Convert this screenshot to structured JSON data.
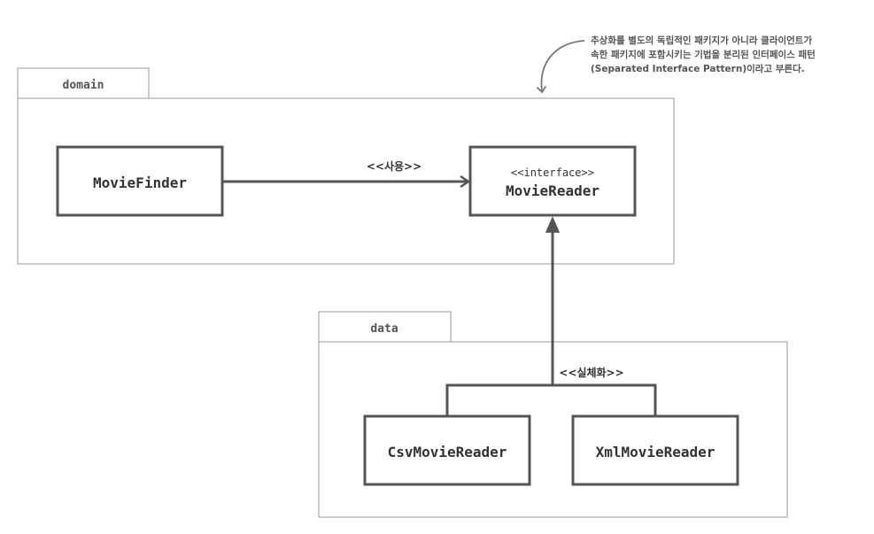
{
  "colors": {
    "package_border": "#999999",
    "class_border": "#555555",
    "edge": "#555555",
    "text": "#333333"
  },
  "packages": {
    "domain": {
      "label": "domain"
    },
    "data": {
      "label": "data"
    }
  },
  "classes": {
    "movie_finder": {
      "name": "MovieFinder"
    },
    "movie_reader": {
      "stereotype": "<<interface>>",
      "name": "MovieReader"
    },
    "csv_movie_reader": {
      "name": "CsvMovieReader"
    },
    "xml_movie_reader": {
      "name": "XmlMovieReader"
    }
  },
  "edges": {
    "uses": {
      "label": "<<사용>>"
    },
    "realizes": {
      "label": "<<실체화>>"
    }
  },
  "note": {
    "lines": [
      "추상화를 별도의 독립적인 패키지가 아니라 클라이언트가",
      "속한 패키지에 포함시키는 기법을 분리된 인터페이스 패턴",
      "(Separated Interface Pattern)이라고 부른다."
    ]
  }
}
